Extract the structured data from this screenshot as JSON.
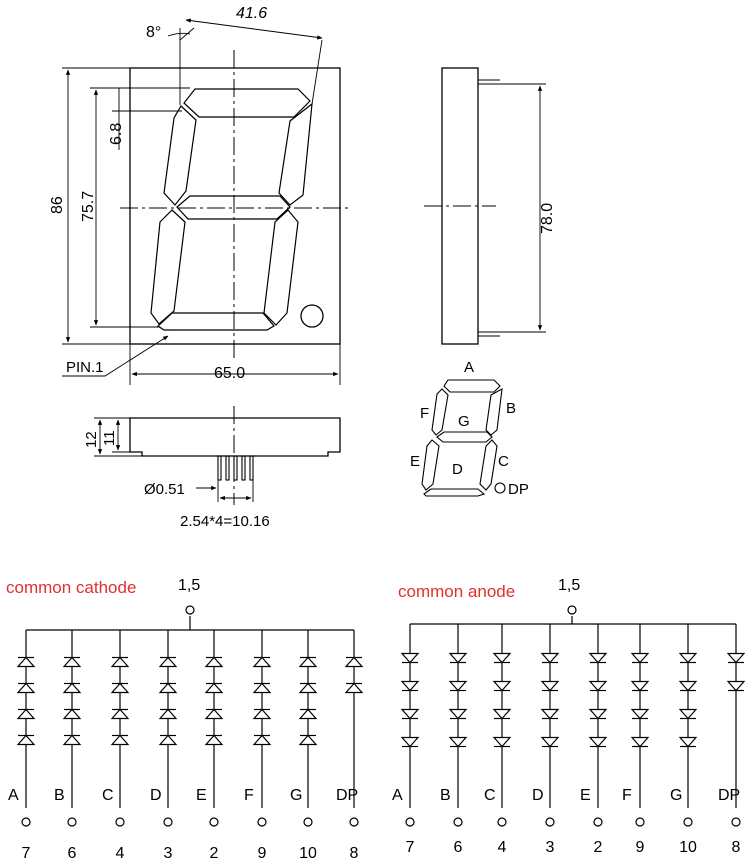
{
  "drawing": {
    "dims": {
      "angle": "8°",
      "top_width": "41.6",
      "segment_width": "6.8",
      "total_height": "86",
      "digit_height": "75.7",
      "side_height": "78.0",
      "width": "65.0",
      "depth_total": "12",
      "depth_body": "11",
      "pin_diameter": "Ø0.51",
      "pin_pitch": "2.54*4=10.16"
    },
    "pin1_label": "PIN.1",
    "segment_labels": {
      "a": "A",
      "b": "B",
      "c": "C",
      "d": "D",
      "e": "E",
      "f": "F",
      "g": "G",
      "dp": "DP"
    }
  },
  "schematics": [
    {
      "title": "common cathode",
      "common_pin": "1,5",
      "segments": [
        "A",
        "B",
        "C",
        "D",
        "E",
        "F",
        "G",
        "DP"
      ],
      "pins": [
        "7",
        "6",
        "4",
        "3",
        "2",
        "9",
        "10",
        "8"
      ],
      "diode_direction": "up"
    },
    {
      "title": "common anode",
      "common_pin": "1,5",
      "segments": [
        "A",
        "B",
        "C",
        "D",
        "E",
        "F",
        "G",
        "DP"
      ],
      "pins": [
        "7",
        "6",
        "4",
        "3",
        "2",
        "9",
        "10",
        "8"
      ],
      "diode_direction": "down"
    }
  ],
  "colors": {
    "title_red": "#e0302f",
    "line": "#000000"
  }
}
